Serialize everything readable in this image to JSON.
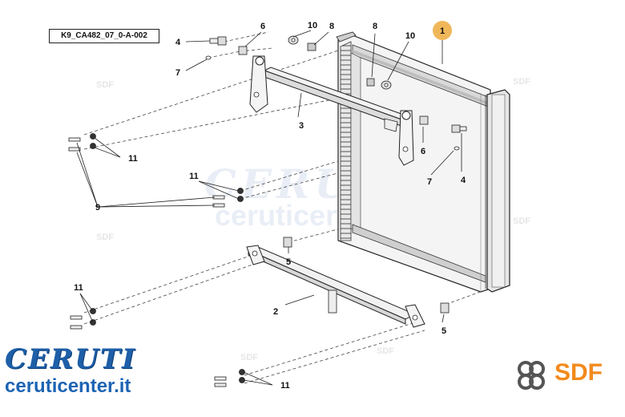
{
  "diagram": {
    "code": "K9_CA482_07_0-A-002",
    "callouts": {
      "c1": "1",
      "c2": "2",
      "c3": "3",
      "c4a": "4",
      "c4b": "4",
      "c5a": "5",
      "c5b": "5",
      "c6a": "6",
      "c6b": "6",
      "c7a": "7",
      "c7b": "7",
      "c8a": "8",
      "c8b": "8",
      "c9": "9",
      "c10a": "10",
      "c10b": "10",
      "c11a": "11",
      "c11b": "11",
      "c11c": "11",
      "c11d": "11"
    },
    "highlight_color": "#f0b75a"
  },
  "branding": {
    "logo_text": "CERUTI",
    "site_text": "ceruticenter.it",
    "sdf_text": "SDF",
    "watermark_small": "SDF",
    "brand_blue": "#1e5fa8",
    "sdf_orange": "#f28a1c"
  }
}
